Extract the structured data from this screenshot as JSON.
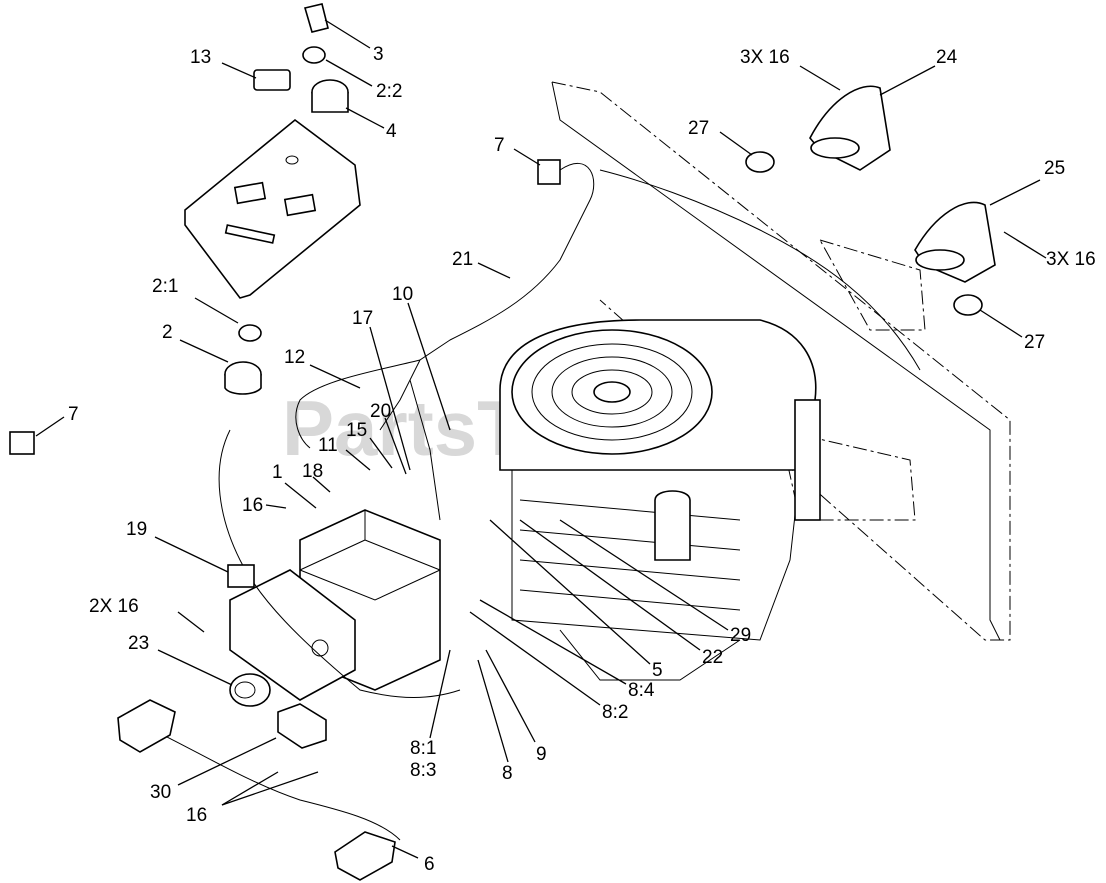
{
  "watermark": "PartsTree",
  "callouts": [
    {
      "id": "c-3",
      "text": "3"
    },
    {
      "id": "c-13",
      "text": "13"
    },
    {
      "id": "c-2-2",
      "text": "2:2"
    },
    {
      "id": "c-4",
      "text": "4"
    },
    {
      "id": "c-3x16-top",
      "text": "3X 16"
    },
    {
      "id": "c-24",
      "text": "24"
    },
    {
      "id": "c-27-top",
      "text": "27"
    },
    {
      "id": "c-7-top",
      "text": "7"
    },
    {
      "id": "c-25",
      "text": "25"
    },
    {
      "id": "c-3x16-right",
      "text": "3X 16"
    },
    {
      "id": "c-21",
      "text": "21"
    },
    {
      "id": "c-2-1",
      "text": "2:1"
    },
    {
      "id": "c-27-right",
      "text": "27"
    },
    {
      "id": "c-10",
      "text": "10"
    },
    {
      "id": "c-2",
      "text": "2"
    },
    {
      "id": "c-17",
      "text": "17"
    },
    {
      "id": "c-12",
      "text": "12"
    },
    {
      "id": "c-7-left",
      "text": "7"
    },
    {
      "id": "c-20",
      "text": "20"
    },
    {
      "id": "c-15",
      "text": "15"
    },
    {
      "id": "c-11",
      "text": "11"
    },
    {
      "id": "c-18",
      "text": "18"
    },
    {
      "id": "c-1",
      "text": "1"
    },
    {
      "id": "c-16-mid",
      "text": "16"
    },
    {
      "id": "c-19",
      "text": "19"
    },
    {
      "id": "c-2x16",
      "text": "2X 16"
    },
    {
      "id": "c-29",
      "text": "29"
    },
    {
      "id": "c-22",
      "text": "22"
    },
    {
      "id": "c-23",
      "text": "23"
    },
    {
      "id": "c-5",
      "text": "5"
    },
    {
      "id": "c-8-4",
      "text": "8:4"
    },
    {
      "id": "c-8-2",
      "text": "8:2"
    },
    {
      "id": "c-8-1",
      "text": "8:1"
    },
    {
      "id": "c-9",
      "text": "9"
    },
    {
      "id": "c-8-3",
      "text": "8:3"
    },
    {
      "id": "c-8",
      "text": "8"
    },
    {
      "id": "c-30",
      "text": "30"
    },
    {
      "id": "c-16-bot",
      "text": "16"
    },
    {
      "id": "c-6",
      "text": "6"
    }
  ]
}
